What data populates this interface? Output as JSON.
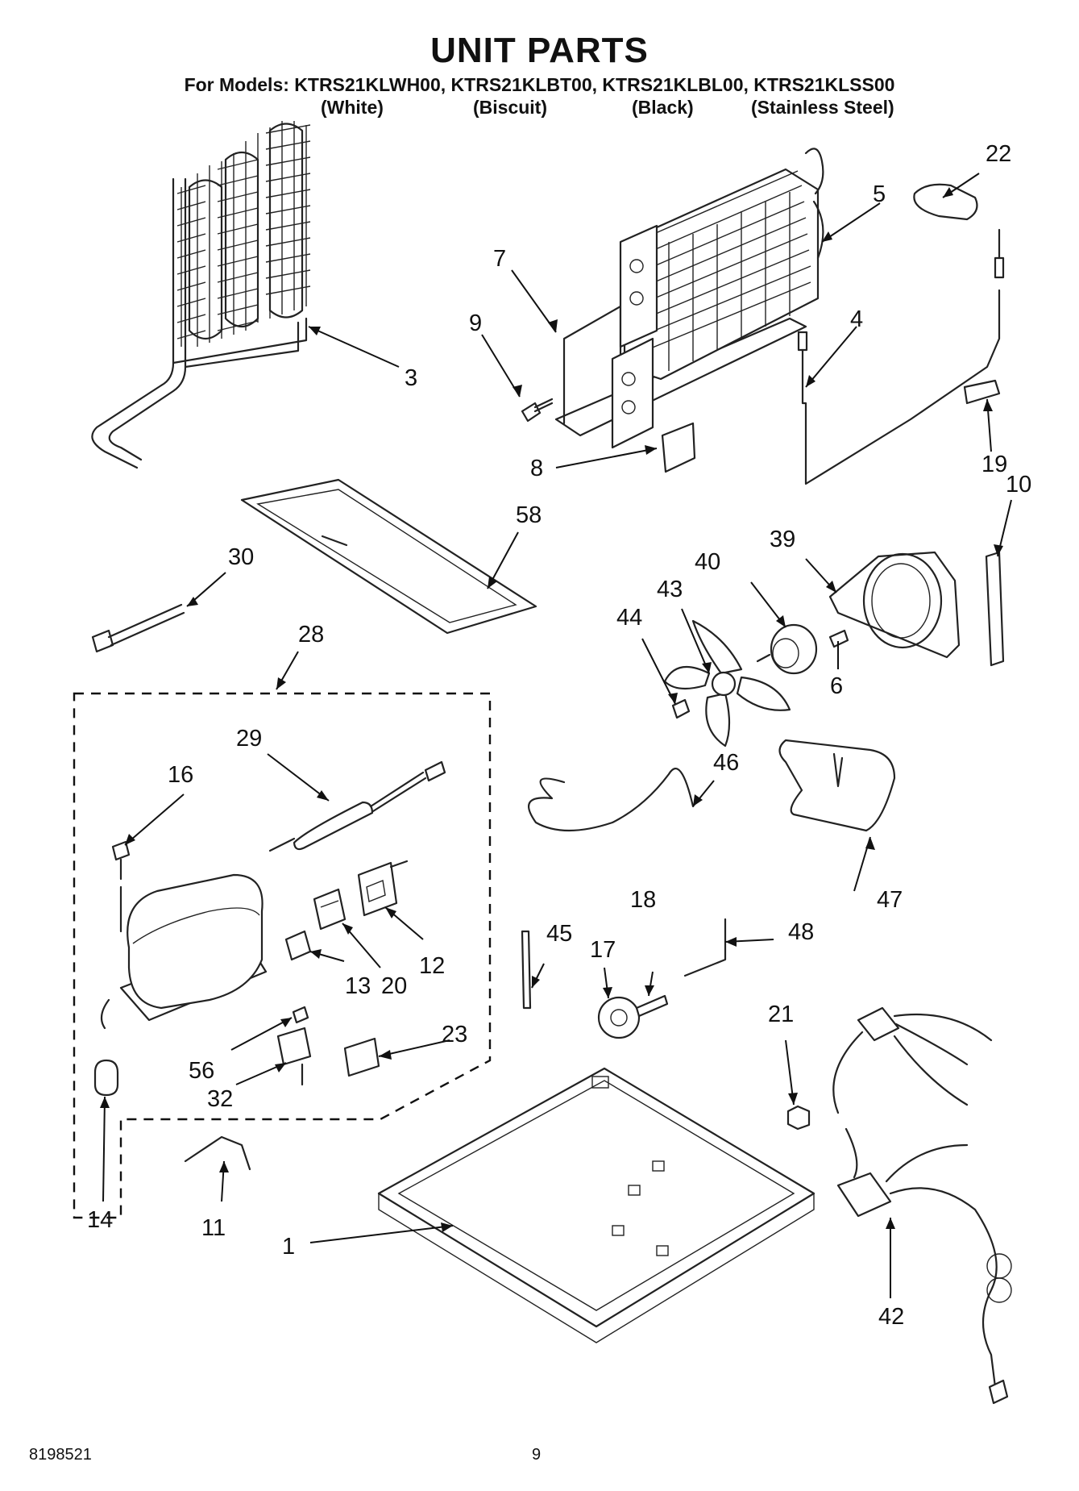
{
  "header": {
    "title": "UNIT PARTS",
    "models_line": "For Models: KTRS21KLWH00, KTRS21KLBT00, KTRS21KLBL00, KTRS21KLSS00",
    "color_variants": [
      "(White)",
      "(Biscuit)",
      "(Black)",
      "(Stainless Steel)"
    ]
  },
  "footer": {
    "document_code": "8198521",
    "page_number": "9"
  },
  "callouts": [
    "22",
    "5",
    "7",
    "9",
    "4",
    "3",
    "19",
    "8",
    "10",
    "58",
    "39",
    "40",
    "30",
    "43",
    "44",
    "28",
    "6",
    "29",
    "46",
    "16",
    "47",
    "12",
    "17",
    "18",
    "45",
    "48",
    "20",
    "13",
    "21",
    "23",
    "56",
    "32",
    "14",
    "11",
    "1",
    "42"
  ]
}
